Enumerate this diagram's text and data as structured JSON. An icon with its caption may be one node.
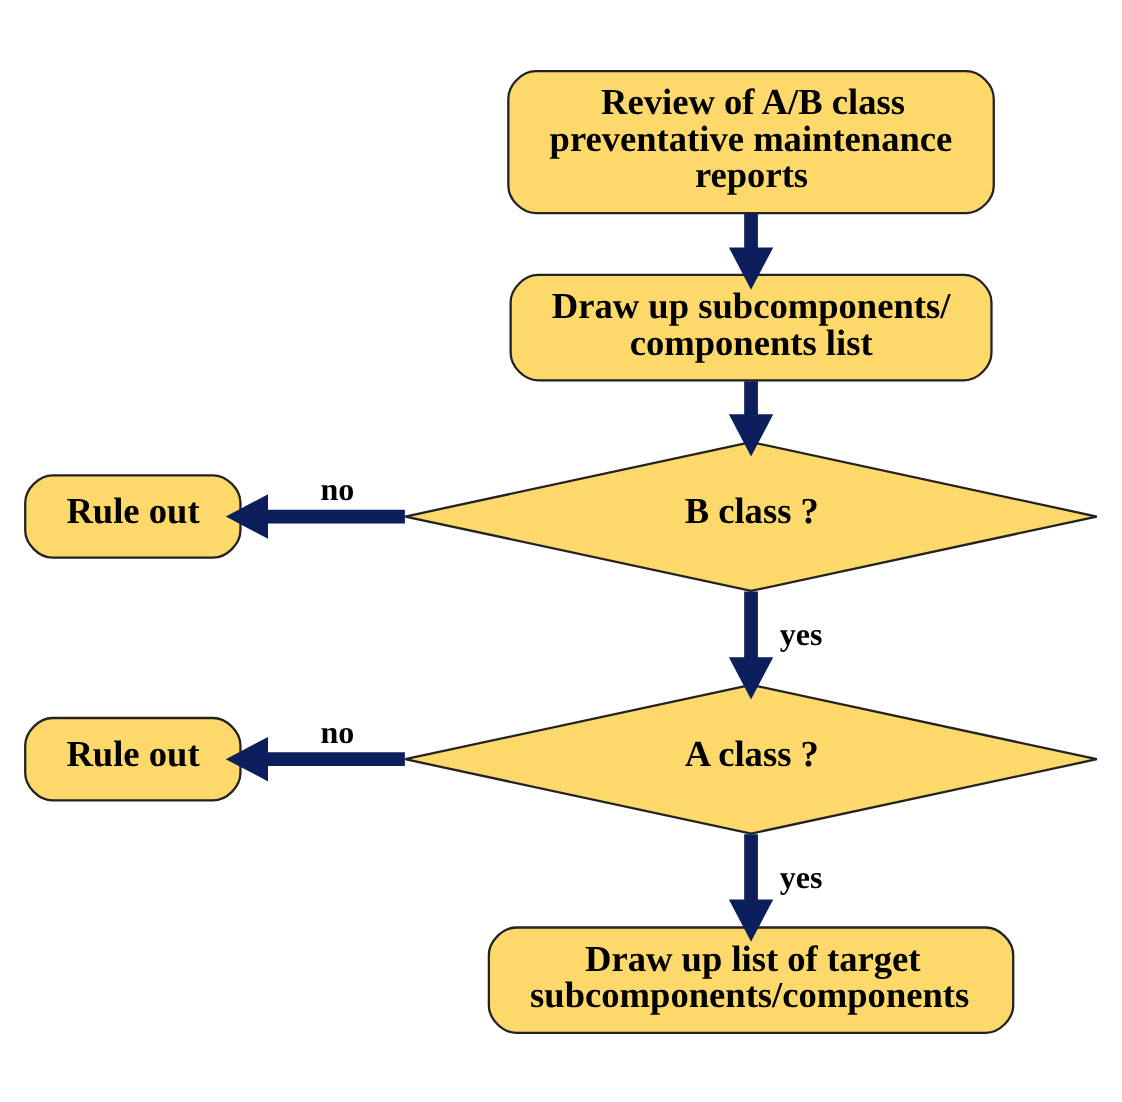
{
  "diagram": {
    "nodes": [
      {
        "text": [
          "Review of A/B class preventative maintenance reports"
        ]
      },
      {
        "text": [
          "Draw up subcomponents/ components list"
        ]
      },
      {
        "text": [
          "Rule out"
        ]
      },
      {
        "text": [
          "B class ?"
        ]
      },
      {
        "text": [
          "Rule out"
        ]
      },
      {
        "text": [
          "A class ?"
        ]
      },
      {
        "text": [
          "Draw up list of target subcomponents/components"
        ]
      }
    ],
    "edges": [
      {
        "from": 0,
        "to": 1,
        "arrow": "to"
      },
      {
        "from": 1,
        "to": 3,
        "arrow": "to"
      },
      {
        "from": 3,
        "to": 2,
        "arrow": "to",
        "label": "no"
      },
      {
        "from": 3,
        "to": 5,
        "arrow": "to",
        "label": "yes"
      },
      {
        "from": 5,
        "to": 4,
        "arrow": "to",
        "label": "no"
      },
      {
        "from": 5,
        "to": 6,
        "arrow": "to",
        "label": "yes"
      }
    ]
  }
}
